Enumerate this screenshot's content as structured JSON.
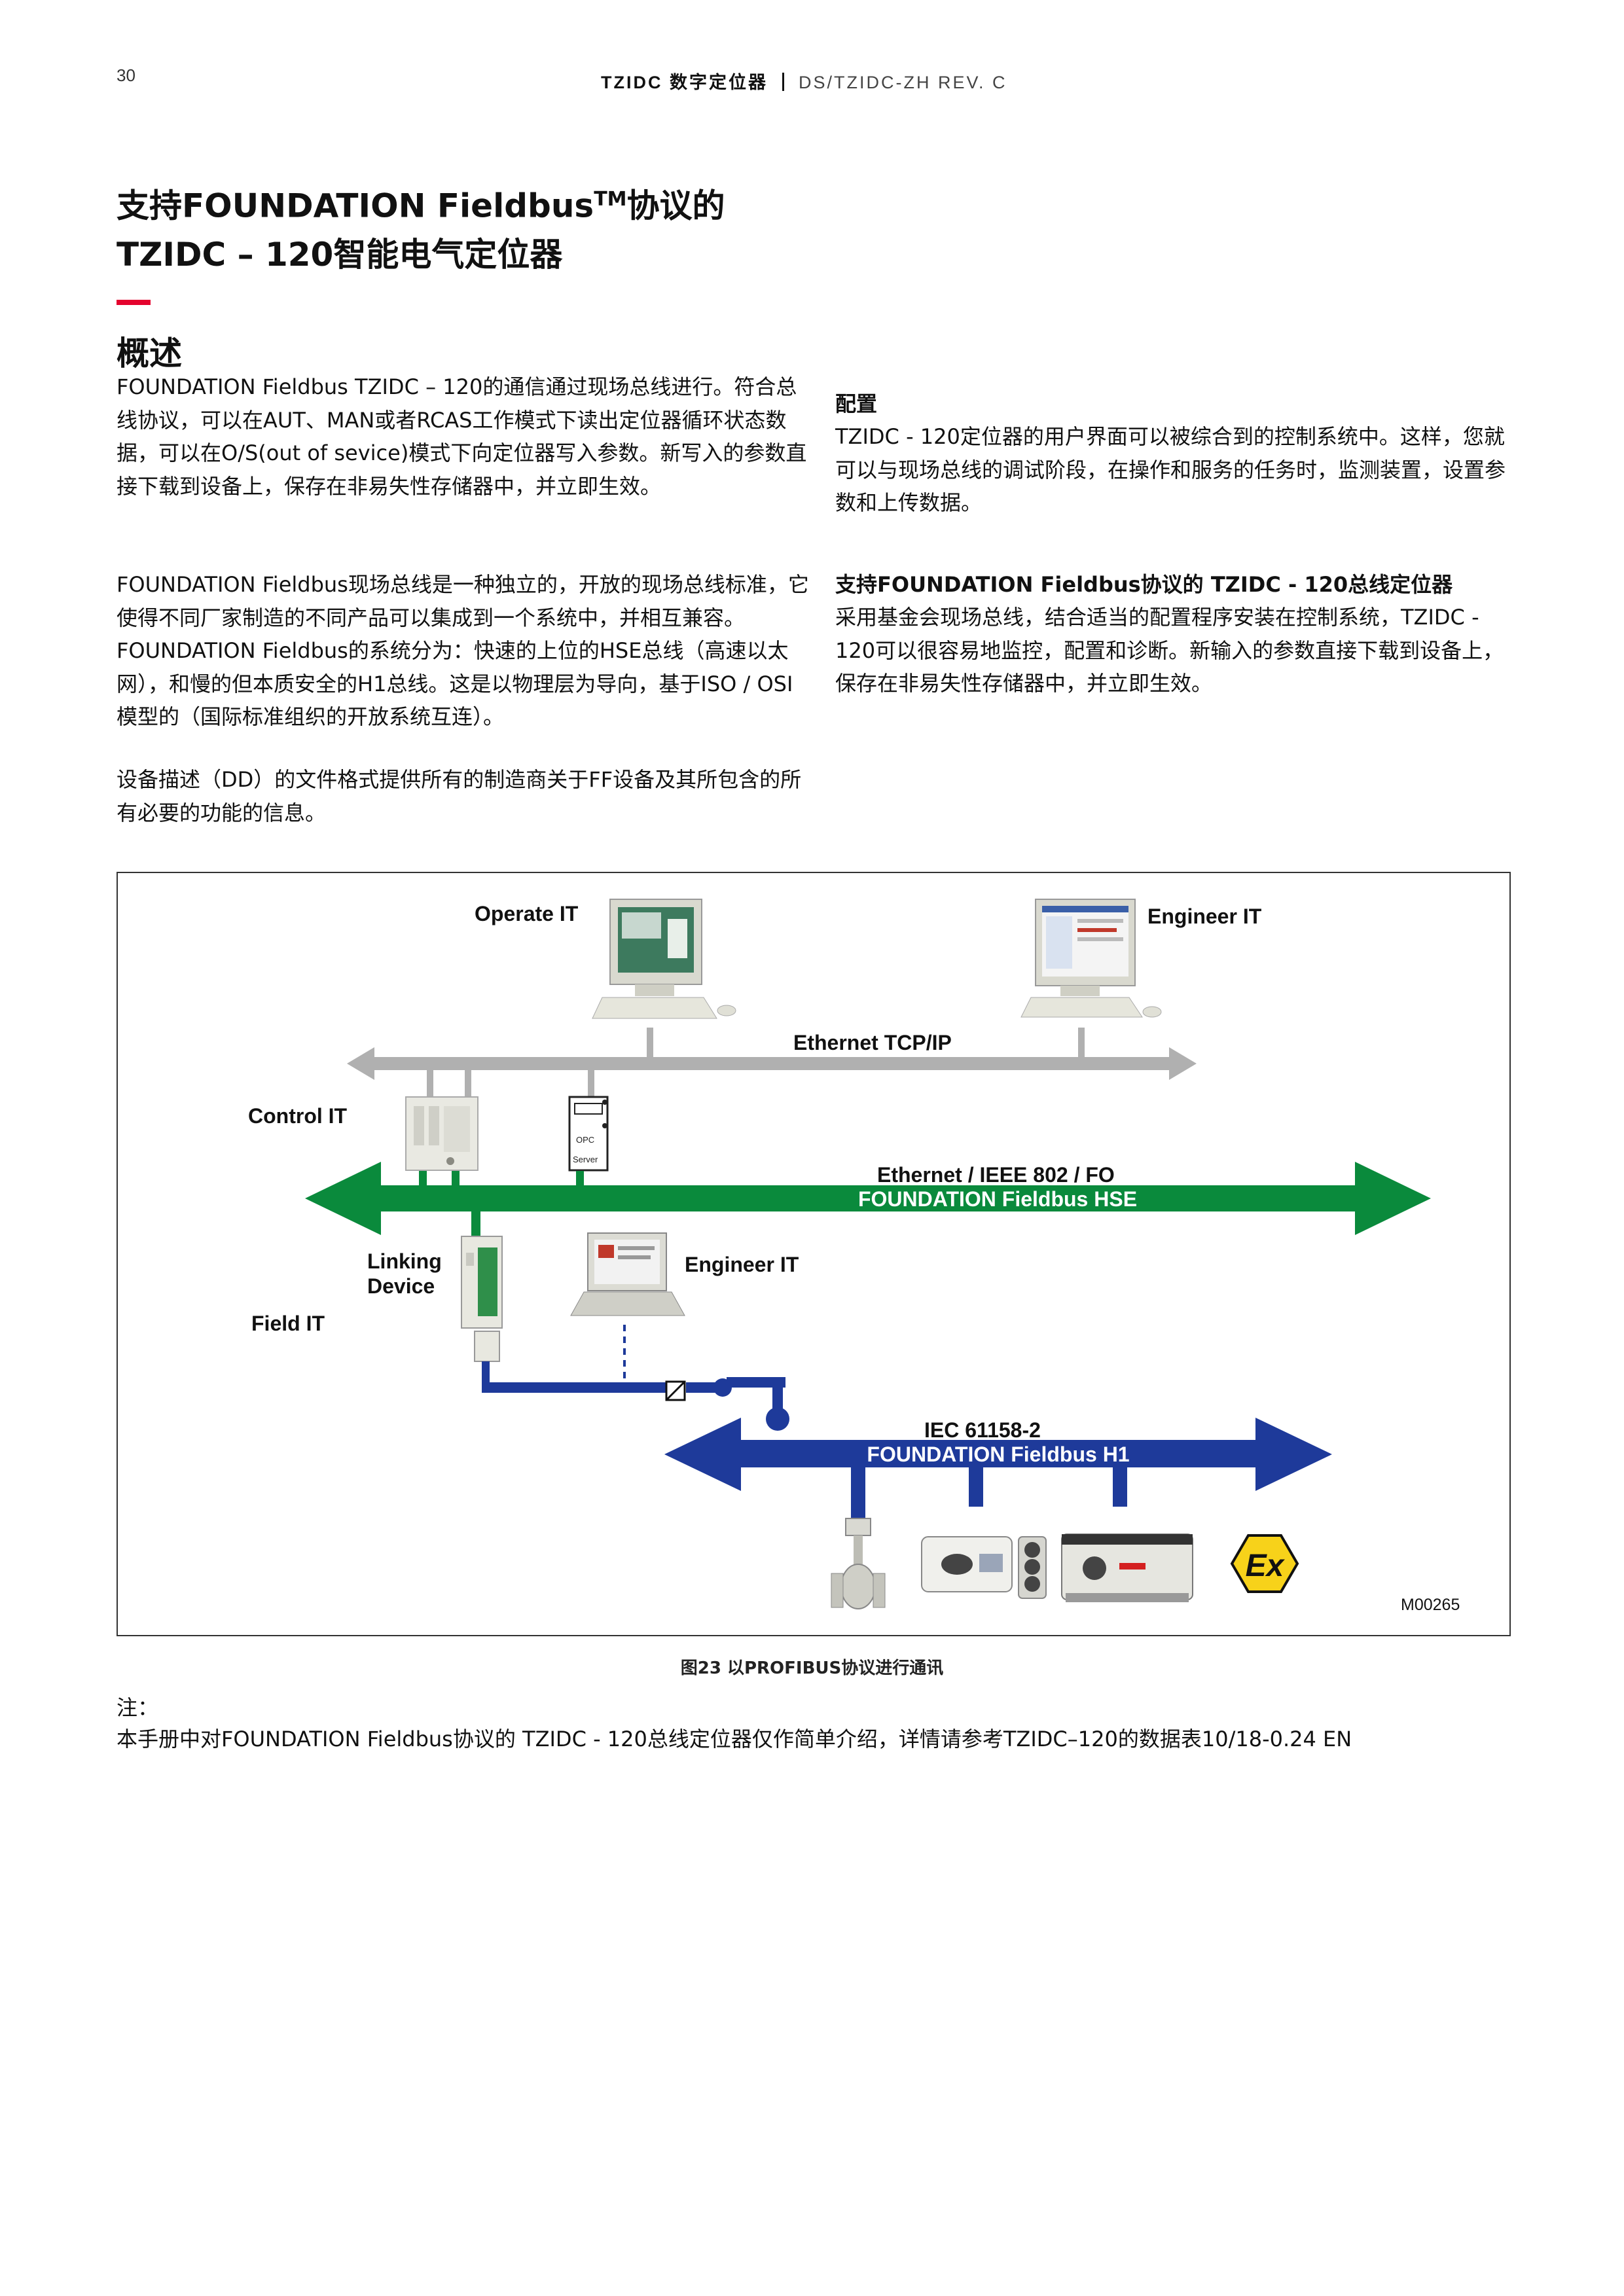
{
  "header": {
    "page_number": "30",
    "running_title": "TZIDC 数字定位器",
    "doc_ref": "DS/TZIDC-ZH REV. C"
  },
  "title": {
    "line1_pre": "支持FOUNDATION Fieldbus",
    "tm": "TM",
    "line1_post": "协议的",
    "line2": "TZIDC – 120智能电气定位器"
  },
  "left": {
    "heading": "概述",
    "p1": "FOUNDATION Fieldbus TZIDC – 120的通信通过现场总线进行。符合总线协议，可以在AUT、MAN或者RCAS工作模式下读出定位器循环状态数据，可以在O/S(out of sevice)模式下向定位器写入参数。新写入的参数直接下载到设备上，保存在非易失性存储器中，并立即生效。",
    "p2": "FOUNDATION Fieldbus现场总线是一种独立的，开放的现场总线标准，它使得不同厂家制造的不同产品可以集成到一个系统中，并相互兼容。FOUNDATION Fieldbus的系统分为：快速的上位的HSE总线（高速以太网），和慢的但本质安全的H1总线。这是以物理层为导向，基于ISO / OSI模型的（国际标准组织的开放系统互连）。",
    "p3": "设备描述（DD）的文件格式提供所有的制造商关于FF设备及其所包含的所有必要的功能的信息。"
  },
  "right": {
    "h1": "配置",
    "p1": "TZIDC - 120定位器的用户界面可以被综合到的控制系统中。这样，您就可以与现场总线的调试阶段，在操作和服务的任务时，监测装置，设置参数和上传数据。",
    "h2": "支持FOUNDATION Fieldbus协议的 TZIDC - 120总线定位器",
    "p2": "采用基金会现场总线，结合适当的配置程序安装在控制系统，TZIDC - 120可以很容易地监控，配置和诊断。新输入的参数直接下载到设备上，保存在非易失性存储器中，并立即生效。"
  },
  "figure": {
    "operate_it": "Operate IT",
    "engineer_it_top": "Engineer IT",
    "ethernet_tcpip": "Ethernet TCP/IP",
    "control_it": "Control IT",
    "opc_1": "OPC",
    "opc_2": "Server",
    "ethernet_ieee": "Ethernet / IEEE 802 / FO",
    "ff_hse": "FOUNDATION Fieldbus HSE",
    "linking_1": "Linking",
    "linking_2": "Device",
    "engineer_it_mid": "Engineer IT",
    "field_it": "Field IT",
    "iec": "IEC 61158-2",
    "ff_h1": "FOUNDATION Fieldbus H1",
    "ex": "Ex",
    "code": "M00265",
    "colors": {
      "gray_bus": "#b0b0b0",
      "green_bus": "#0a8a3c",
      "blue_bus": "#1e3a9a",
      "ex_yellow": "#f7d21a"
    }
  },
  "caption": "图23 以PROFIBUS协议进行通讯",
  "notes": {
    "label": "注：",
    "text": "本手册中对FOUNDATION Fieldbus协议的 TZIDC - 120总线定位器仅作简单介绍，详情请参考TZIDC–120的数据表10/18-0.24 EN"
  }
}
